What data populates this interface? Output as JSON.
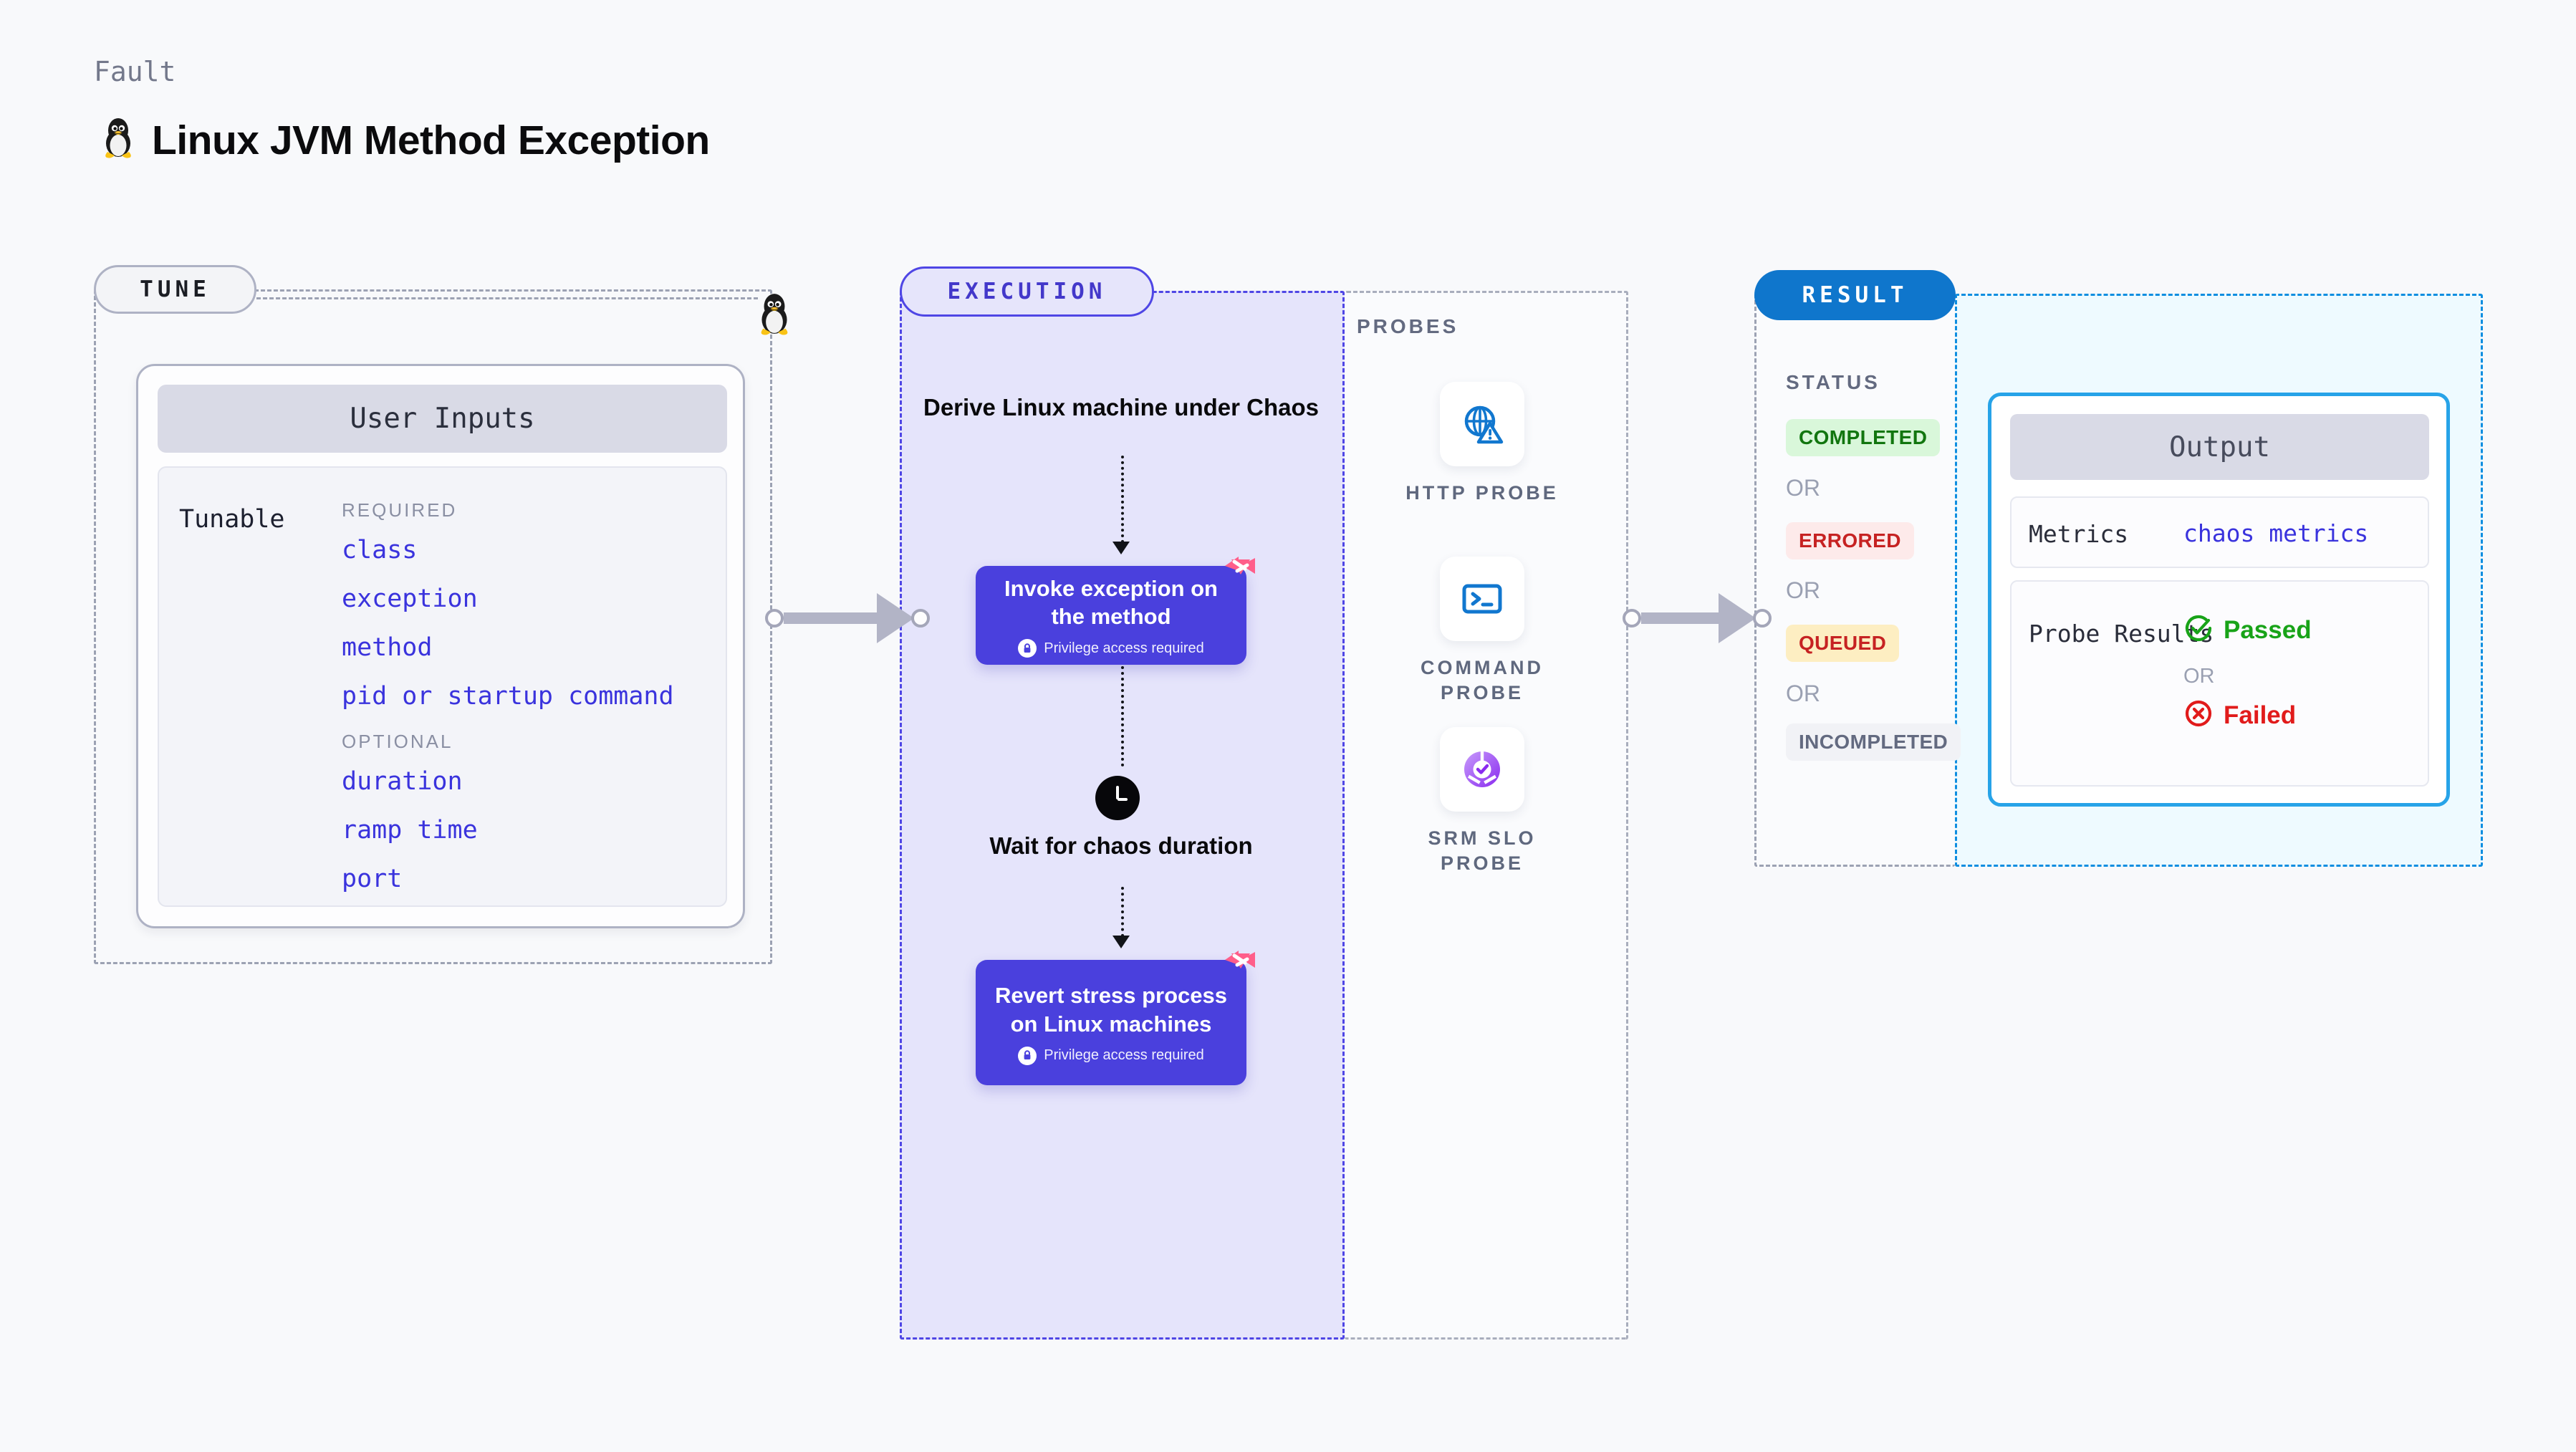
{
  "header": {
    "kicker": "Fault",
    "title": "Linux JVM Method Exception",
    "os_icon": "linux-penguin-icon"
  },
  "tune": {
    "pill_label": "TUNE",
    "card_title": "User Inputs",
    "tunable_label": "Tunable",
    "sections": [
      {
        "heading": "REQUIRED",
        "items": [
          "class",
          "exception",
          "method",
          "pid or startup command"
        ]
      },
      {
        "heading": "OPTIONAL",
        "items": [
          "duration",
          "ramp time",
          "port"
        ]
      }
    ]
  },
  "execution": {
    "pill_label": "EXECUTION",
    "derive_step": "Derive Linux machine under Chaos",
    "invoke_step": {
      "title": "Invoke exception on the method",
      "note": "Privilege access required"
    },
    "wait_step": "Wait for chaos duration",
    "revert_step": {
      "title": "Revert stress process on Linux machines",
      "note": "Privilege access required"
    }
  },
  "probes": {
    "label": "PROBES",
    "items": [
      {
        "name": "HTTP PROBE",
        "icon": "globe-warning-icon"
      },
      {
        "name": "COMMAND PROBE",
        "icon": "terminal-icon"
      },
      {
        "name": "SRM SLO PROBE",
        "icon": "slo-donut-check-icon"
      }
    ]
  },
  "result": {
    "pill_label": "RESULT",
    "status_label": "STATUS",
    "or_label": "OR",
    "statuses": [
      {
        "label": "COMPLETED",
        "bg": "#d9f7da",
        "fg": "#12760f"
      },
      {
        "label": "ERRORED",
        "bg": "#fdeaea",
        "fg": "#c62222"
      },
      {
        "label": "QUEUED",
        "bg": "#fdeec2",
        "fg": "#c62222"
      },
      {
        "label": "INCOMPLETED",
        "bg": "#f1f2f6",
        "fg": "#636a80"
      }
    ],
    "output": {
      "title": "Output",
      "metrics_key": "Metrics",
      "metrics_value": "chaos metrics",
      "probe_key": "Probe Results",
      "passed_label": "Passed",
      "failed_label": "Failed",
      "or_label": "OR"
    }
  },
  "colors": {
    "accent_purple": "#4a40dd",
    "accent_blue": "#0f76cc",
    "harness_pink": "#ff5e8a",
    "passed_green": "#18a318",
    "failed_red": "#e11b1b"
  }
}
